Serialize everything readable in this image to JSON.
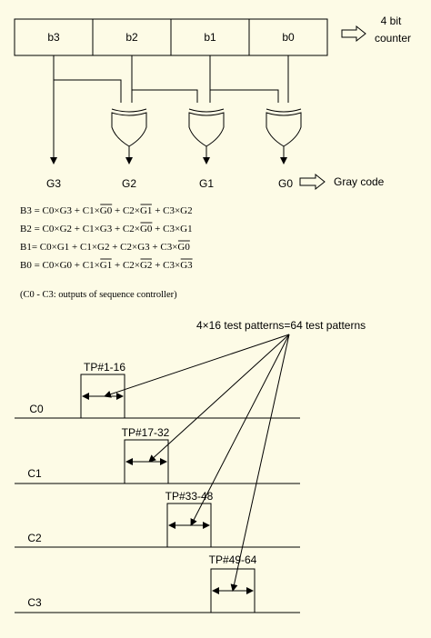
{
  "counter": {
    "bits": [
      "b3",
      "b2",
      "b1",
      "b0"
    ],
    "label_line1": "4 bit",
    "label_line2": "counter"
  },
  "gray": {
    "outputs": [
      "G3",
      "G2",
      "G1",
      "G0"
    ],
    "label": "Gray code"
  },
  "equations": [
    [
      {
        "t": "B3 = C0×G3 + C1×"
      },
      {
        "t": "G0",
        "bar": true
      },
      {
        "t": " + C2×"
      },
      {
        "t": "G1",
        "bar": true
      },
      {
        "t": " + C3×G2"
      }
    ],
    [
      {
        "t": "B2 = C0×G2 + C1×G3 + C2×"
      },
      {
        "t": "G0",
        "bar": true
      },
      {
        "t": " + C3×G1"
      }
    ],
    [
      {
        "t": "B1= C0×G1 + C1×G2 + C2×G3 + C3×"
      },
      {
        "t": "G0",
        "bar": true
      }
    ],
    [
      {
        "t": "B0 = C0×G0 + C1×"
      },
      {
        "t": "G1",
        "bar": true
      },
      {
        "t": " + C2×"
      },
      {
        "t": "G2",
        "bar": true
      },
      {
        "t": " + C3×"
      },
      {
        "t": "G3",
        "bar": true
      }
    ]
  ],
  "equations_note": "(C0 - C3: outputs of sequence controller)",
  "timing": {
    "total_label": "4×16 test patterns=64 test patterns",
    "signals": [
      "C0",
      "C1",
      "C2",
      "C3"
    ],
    "patterns": [
      "TP#1-16",
      "TP#17-32",
      "TP#33-48",
      "TP#49-64"
    ]
  }
}
